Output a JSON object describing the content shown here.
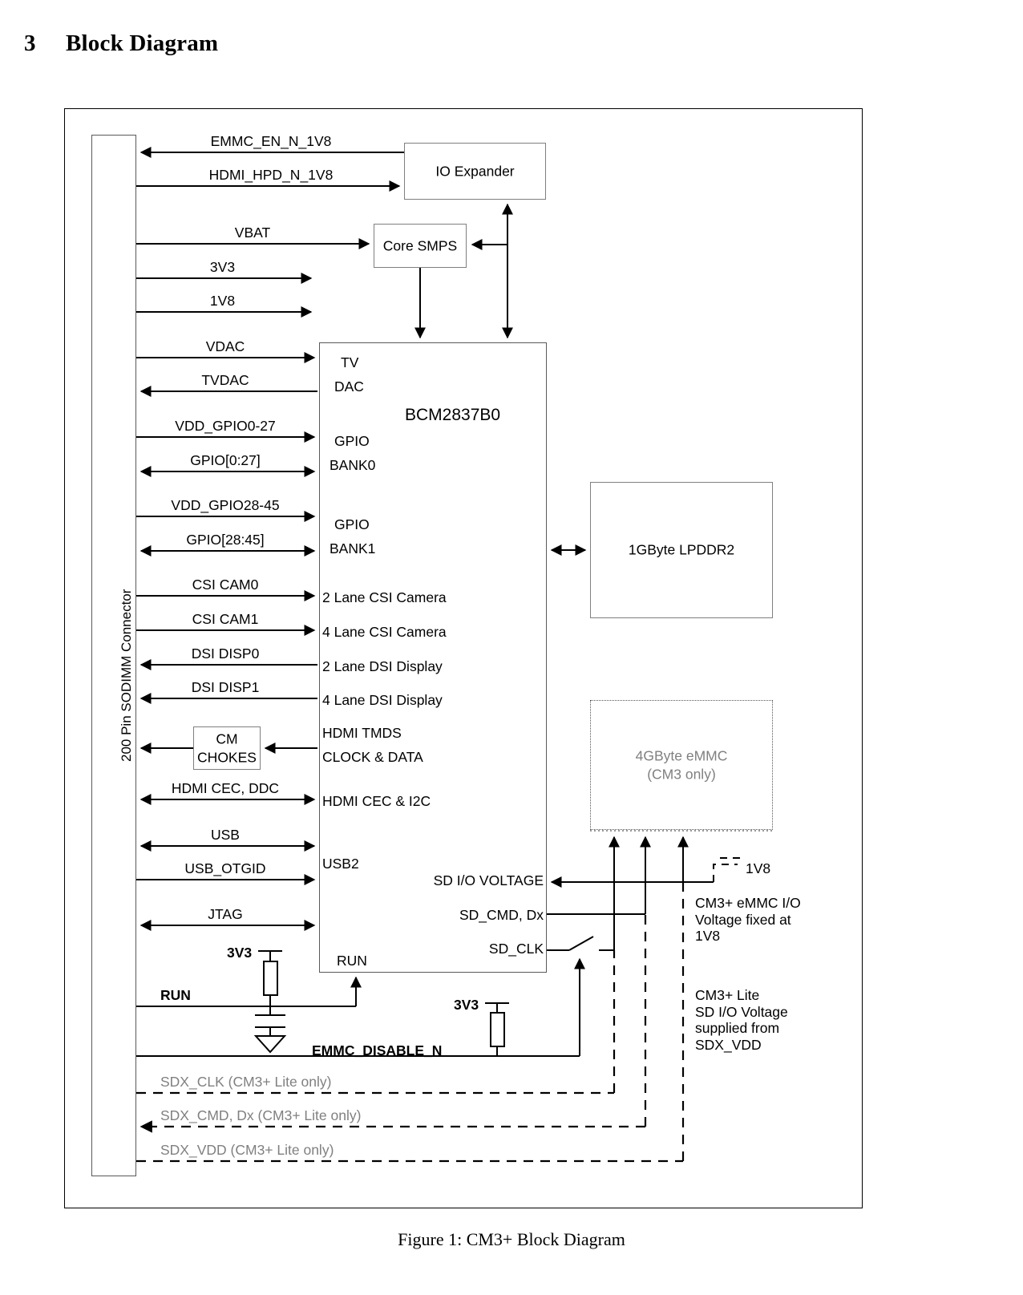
{
  "section": {
    "number": "3",
    "title": "Block Diagram"
  },
  "figure_caption": "Figure 1: CM3+ Block Diagram",
  "connector": {
    "label": "200 Pin SODIMM Connector"
  },
  "blocks": {
    "io_expander": "IO Expander",
    "core_smps": "Core SMPS",
    "soc": "BCM2837B0",
    "ram": "1GByte LPDDR2",
    "emmc_line1": "4GByte eMMC",
    "emmc_line2": "(CM3 only)",
    "chokes_line1": "CM",
    "chokes_line2": "CHOKES"
  },
  "soc_ports": {
    "tv": "TV",
    "dac": "DAC",
    "gpio": "GPIO",
    "bank0": "BANK0",
    "gpio1": "GPIO",
    "bank1": "BANK1",
    "csi2": "2 Lane CSI Camera",
    "csi4": "4 Lane CSI Camera",
    "dsi2": "2 Lane DSI Display",
    "dsi4": "4 Lane DSI Display",
    "hdmi_tmds1": "HDMI TMDS",
    "hdmi_tmds2": "CLOCK & DATA",
    "hdmi_cec": "HDMI CEC & I2C",
    "usb2": "USB2",
    "run": "RUN",
    "sd_io_voltage": "SD I/O VOLTAGE",
    "sd_cmd": "SD_CMD, Dx",
    "sd_clk": "SD_CLK"
  },
  "signals": [
    {
      "name": "EMMC_EN_N_1V8"
    },
    {
      "name": "HDMI_HPD_N_1V8"
    },
    {
      "name": "VBAT"
    },
    {
      "name": "3V3"
    },
    {
      "name": "1V8"
    },
    {
      "name": "VDAC"
    },
    {
      "name": "TVDAC"
    },
    {
      "name": "VDD_GPIO0-27"
    },
    {
      "name": "GPIO[0:27]"
    },
    {
      "name": "VDD_GPIO28-45"
    },
    {
      "name": "GPIO[28:45]"
    },
    {
      "name": "CSI CAM0"
    },
    {
      "name": "CSI CAM1"
    },
    {
      "name": "DSI DISP0"
    },
    {
      "name": "DSI DISP1"
    },
    {
      "name": "HDMI CEC, DDC"
    },
    {
      "name": "USB"
    },
    {
      "name": "USB_OTGID"
    },
    {
      "name": "JTAG"
    },
    {
      "name": "RUN"
    },
    {
      "name": "EMMC_DISABLE_N"
    }
  ],
  "sdx_signals": [
    {
      "name": "SDX_CLK (CM3+ Lite only)"
    },
    {
      "name": "SDX_CMD, Dx (CM3+ Lite only)"
    },
    {
      "name": "SDX_VDD (CM3+ Lite only)"
    }
  ],
  "pullups": {
    "run_rail": "3V3",
    "emmc_rail": "3V3"
  },
  "notes": {
    "v1v8": "1V8",
    "emmc_note_l1": "CM3+ eMMC I/O",
    "emmc_note_l2": "Voltage fixed at",
    "emmc_note_l3": "1V8",
    "lite_note_l1": "CM3+ Lite",
    "lite_note_l2": "SD I/O Voltage",
    "lite_note_l3": "supplied from",
    "lite_note_l4": "SDX_VDD"
  },
  "colors": {
    "line": "#000000",
    "box_border": "#7f7f7f",
    "gray_text": "#808080"
  }
}
